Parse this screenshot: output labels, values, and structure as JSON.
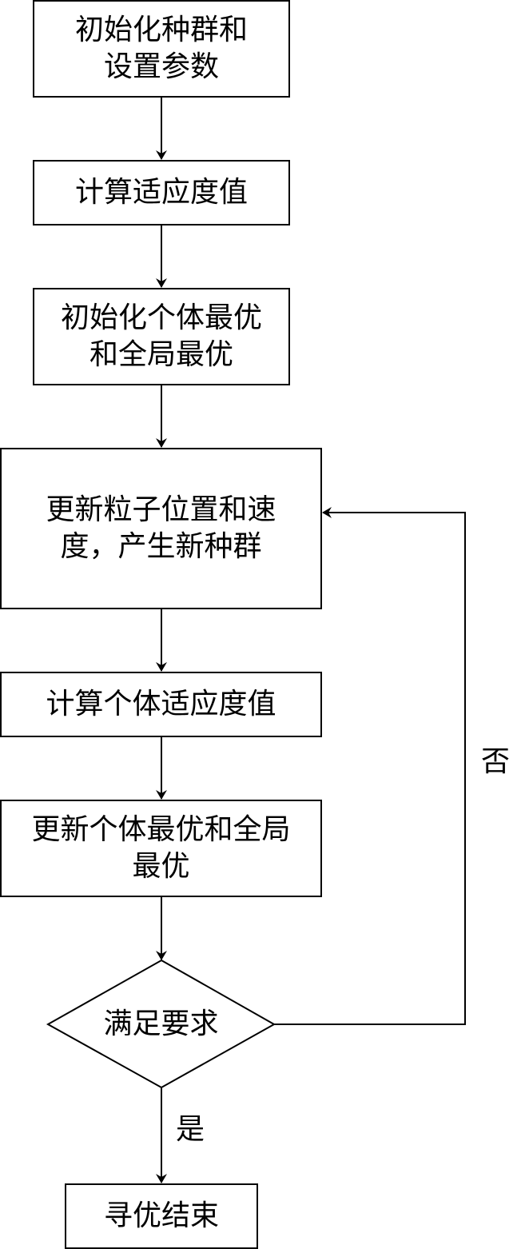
{
  "diagram": {
    "type": "flowchart",
    "colors": {
      "stroke": "#000000",
      "background": "#ffffff",
      "text": "#000000"
    },
    "nodes": [
      {
        "id": "init-population",
        "shape": "rect",
        "label": "初始化种群和设置参数",
        "lines": [
          "初始化种群和",
          "设置参数"
        ]
      },
      {
        "id": "calc-fitness",
        "shape": "rect",
        "label": "计算适应度值",
        "lines": [
          "计算适应度值"
        ]
      },
      {
        "id": "init-best",
        "shape": "rect",
        "label": "初始化个体最优和全局最优",
        "lines": [
          "初始化个体最优",
          "和全局最优"
        ]
      },
      {
        "id": "update-particles",
        "shape": "rect",
        "label": "更新粒子位置和速度，产生新种群",
        "lines": [
          "更新粒子位置和速",
          "度，产生新种群"
        ]
      },
      {
        "id": "calc-individual-fitness",
        "shape": "rect",
        "label": "计算个体适应度值",
        "lines": [
          "计算个体适应度值"
        ]
      },
      {
        "id": "update-best",
        "shape": "rect",
        "label": "更新个体最优和全局最优",
        "lines": [
          "更新个体最优和全局",
          "最优"
        ]
      },
      {
        "id": "check-condition",
        "shape": "diamond",
        "label": "满足要求",
        "lines": [
          "满足要求"
        ]
      },
      {
        "id": "end",
        "shape": "rect",
        "label": "寻优结束",
        "lines": [
          "寻优结束"
        ]
      }
    ],
    "edges": [
      {
        "from": "init-population",
        "to": "calc-fitness",
        "label": ""
      },
      {
        "from": "calc-fitness",
        "to": "init-best",
        "label": ""
      },
      {
        "from": "init-best",
        "to": "update-particles",
        "label": ""
      },
      {
        "from": "update-particles",
        "to": "calc-individual-fitness",
        "label": ""
      },
      {
        "from": "calc-individual-fitness",
        "to": "update-best",
        "label": ""
      },
      {
        "from": "update-best",
        "to": "check-condition",
        "label": ""
      },
      {
        "from": "check-condition",
        "to": "end",
        "label": "是"
      },
      {
        "from": "check-condition",
        "to": "update-particles",
        "label": "否"
      }
    ]
  }
}
